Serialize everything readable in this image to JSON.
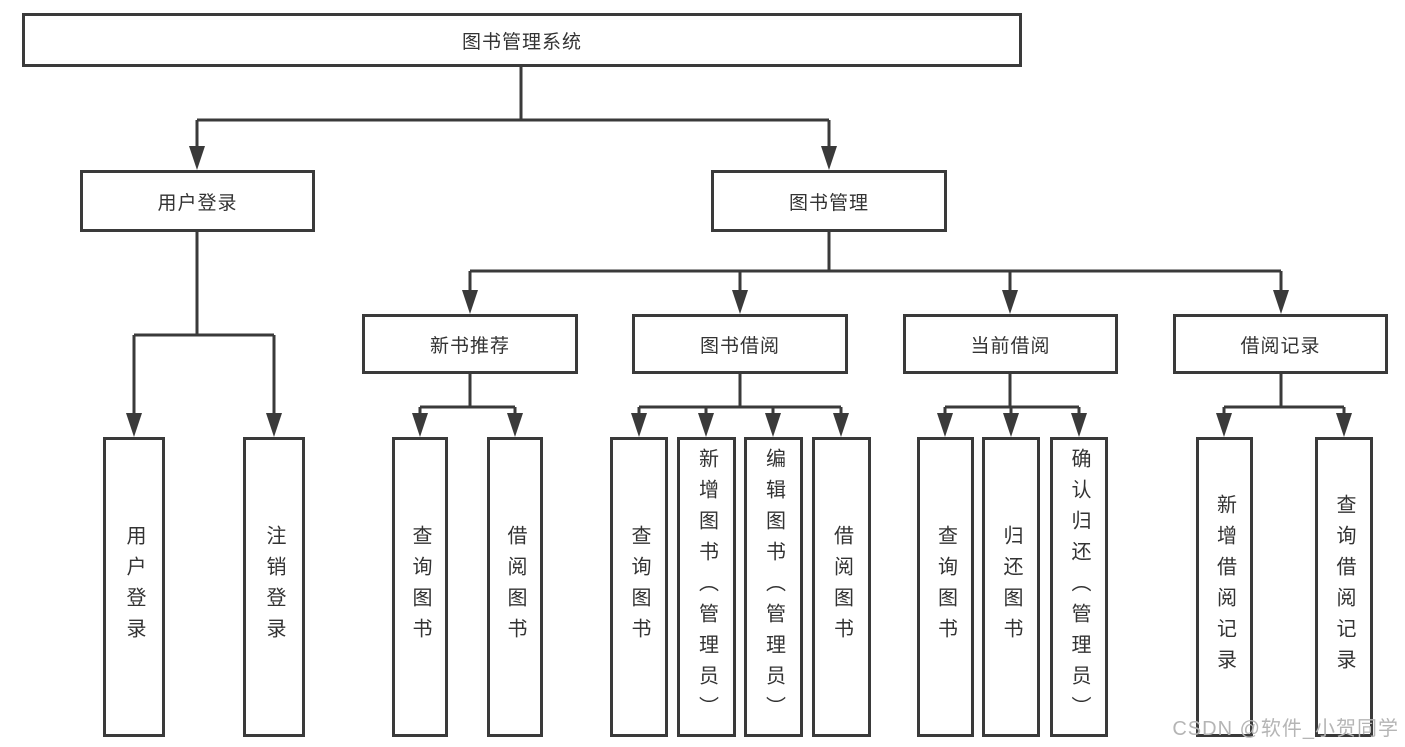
{
  "colors": {
    "line": "#3a3a3a",
    "box_border": "#3a3a3a",
    "text": "#333333",
    "background": "#ffffff",
    "watermark": "#b5b5b5"
  },
  "tree": {
    "root": "图书管理系统",
    "branches": [
      {
        "label": "用户登录",
        "children": [
          "用户登录",
          "注销登录"
        ]
      },
      {
        "label": "图书管理",
        "children": [
          {
            "label": "新书推荐",
            "children": [
              "查询图书",
              "借阅图书"
            ]
          },
          {
            "label": "图书借阅",
            "children": [
              "查询图书",
              "新增图书（管理员）",
              "编辑图书（管理员）",
              "借阅图书"
            ]
          },
          {
            "label": "当前借阅",
            "children": [
              "查询图书",
              "归还图书",
              "确认归还（管理员）"
            ]
          },
          {
            "label": "借阅记录",
            "children": [
              "新增借阅记录",
              "查询借阅记录"
            ]
          }
        ]
      }
    ]
  },
  "watermark": {
    "text": "CSDN @软件_小贺同学"
  }
}
